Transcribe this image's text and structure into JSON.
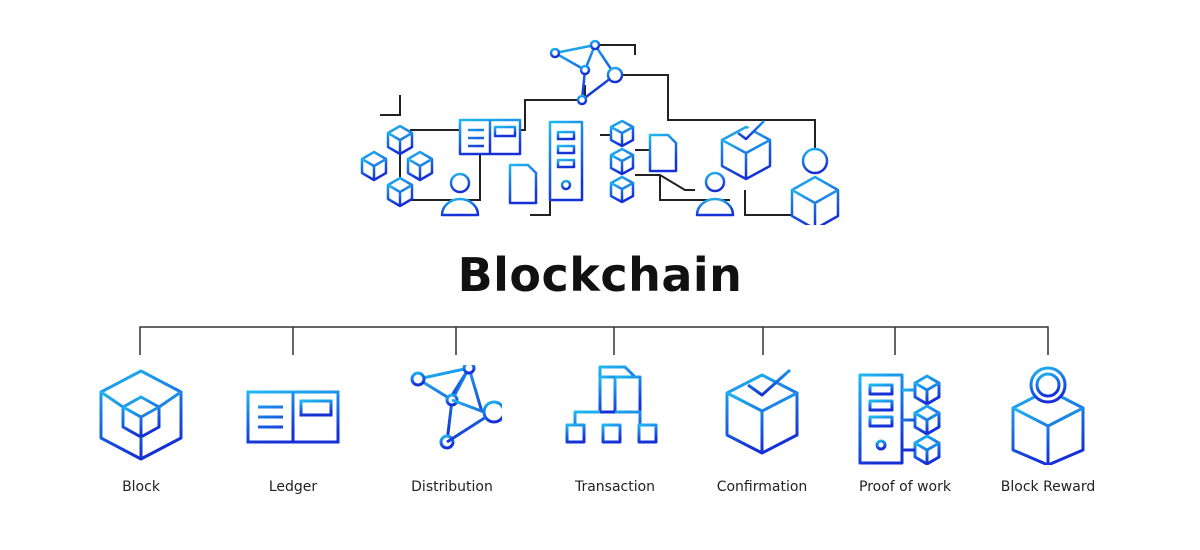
{
  "title": "Blockchain",
  "colors": {
    "gradient_start": "#1fb8f0",
    "gradient_end": "#1530d6",
    "line": "#222222"
  },
  "items": [
    {
      "label": "Block",
      "icon": "cube-in-cube-icon"
    },
    {
      "label": "Ledger",
      "icon": "ledger-book-icon"
    },
    {
      "label": "Distribution",
      "icon": "network-nodes-icon"
    },
    {
      "label": "Transaction",
      "icon": "document-flow-icon"
    },
    {
      "label": "Confirmation",
      "icon": "cube-check-icon"
    },
    {
      "label": "Proof of work",
      "icon": "server-blocks-icon"
    },
    {
      "label": "Block Reward",
      "icon": "cube-medal-icon"
    }
  ]
}
